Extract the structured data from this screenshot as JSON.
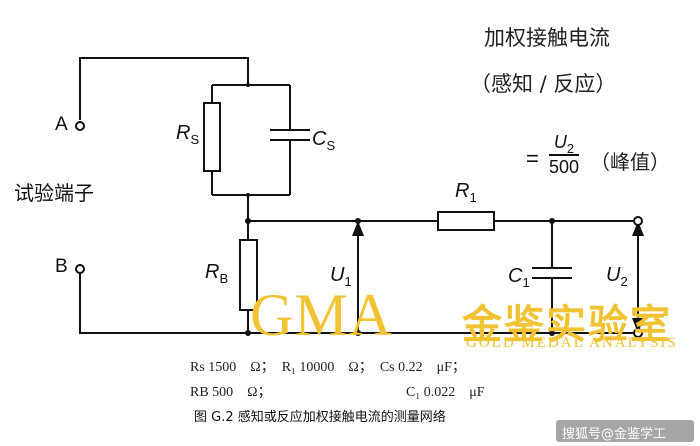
{
  "title": "加权接触电流",
  "subtitle": "（感知 / 反应）",
  "formula": {
    "lhs": "=",
    "numerator": "U",
    "numerator_sub": "2",
    "denominator": "500",
    "note": "（峰值）"
  },
  "terminals": {
    "group_label": "试验端子",
    "a": "A",
    "b": "B"
  },
  "components": {
    "rs": {
      "sym": "R",
      "sub": "S"
    },
    "cs": {
      "sym": "C",
      "sub": "S"
    },
    "rb": {
      "sym": "R",
      "sub": "B"
    },
    "r1": {
      "sym": "R",
      "sub": "1"
    },
    "c1": {
      "sym": "C",
      "sub": "1"
    },
    "u1": {
      "sym": "U",
      "sub": "1"
    },
    "u2": {
      "sym": "U",
      "sub": "2"
    }
  },
  "params": {
    "line1": "Rs 1500　Ω；　R₁ 10000　Ω；　Cs 0.22　μF；",
    "line2a": "RB 500　Ω；",
    "line2b": "C₁ 0.022　μF"
  },
  "caption": "图 G.2  感知或反应加权接触电流的测量网络",
  "watermark": {
    "latin": "GMA",
    "chinese": "金鉴实验室",
    "english": "GOLD MEDAL ANALYSIS",
    "color": "#f1c232"
  },
  "credit": "搜狐号@金鉴学工"
}
